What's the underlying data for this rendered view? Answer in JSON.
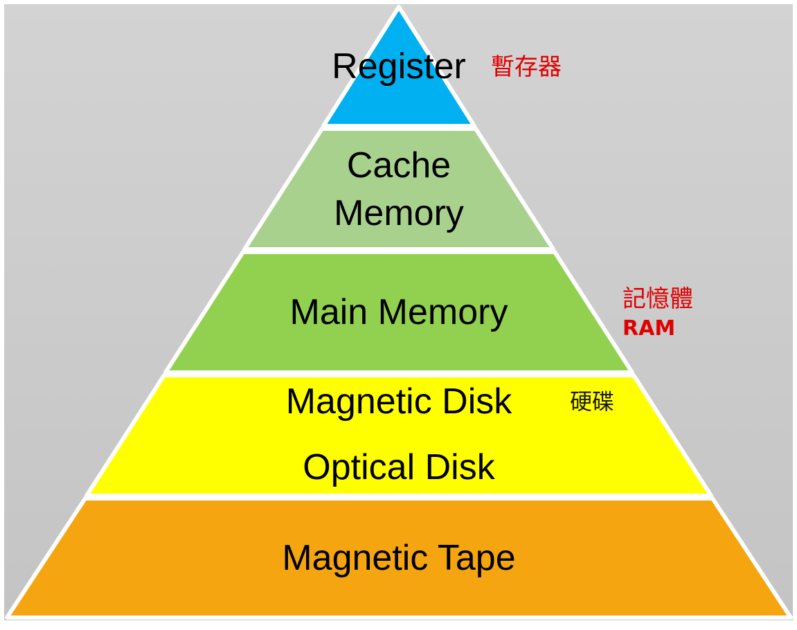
{
  "colors": {
    "register": "#00b0f0",
    "cache": "#a9d18e",
    "main": "#92d050",
    "disk": "#ffff00",
    "tape": "#f5a50f",
    "annotation_red": "#e00000",
    "annotation_dark": "#1a1a1a"
  },
  "tiers": {
    "register": {
      "label": "Register"
    },
    "cache": {
      "line1": "Cache",
      "line2": "Memory"
    },
    "main": {
      "label": "Main Memory"
    },
    "disk": {
      "line1": "Magnetic Disk",
      "line2": "Optical Disk"
    },
    "tape": {
      "label": "Magnetic Tape"
    }
  },
  "annotations": {
    "register_zh": "暫存器",
    "main_zh": "記憶體",
    "main_en": "RAM",
    "disk_zh": "硬碟"
  }
}
